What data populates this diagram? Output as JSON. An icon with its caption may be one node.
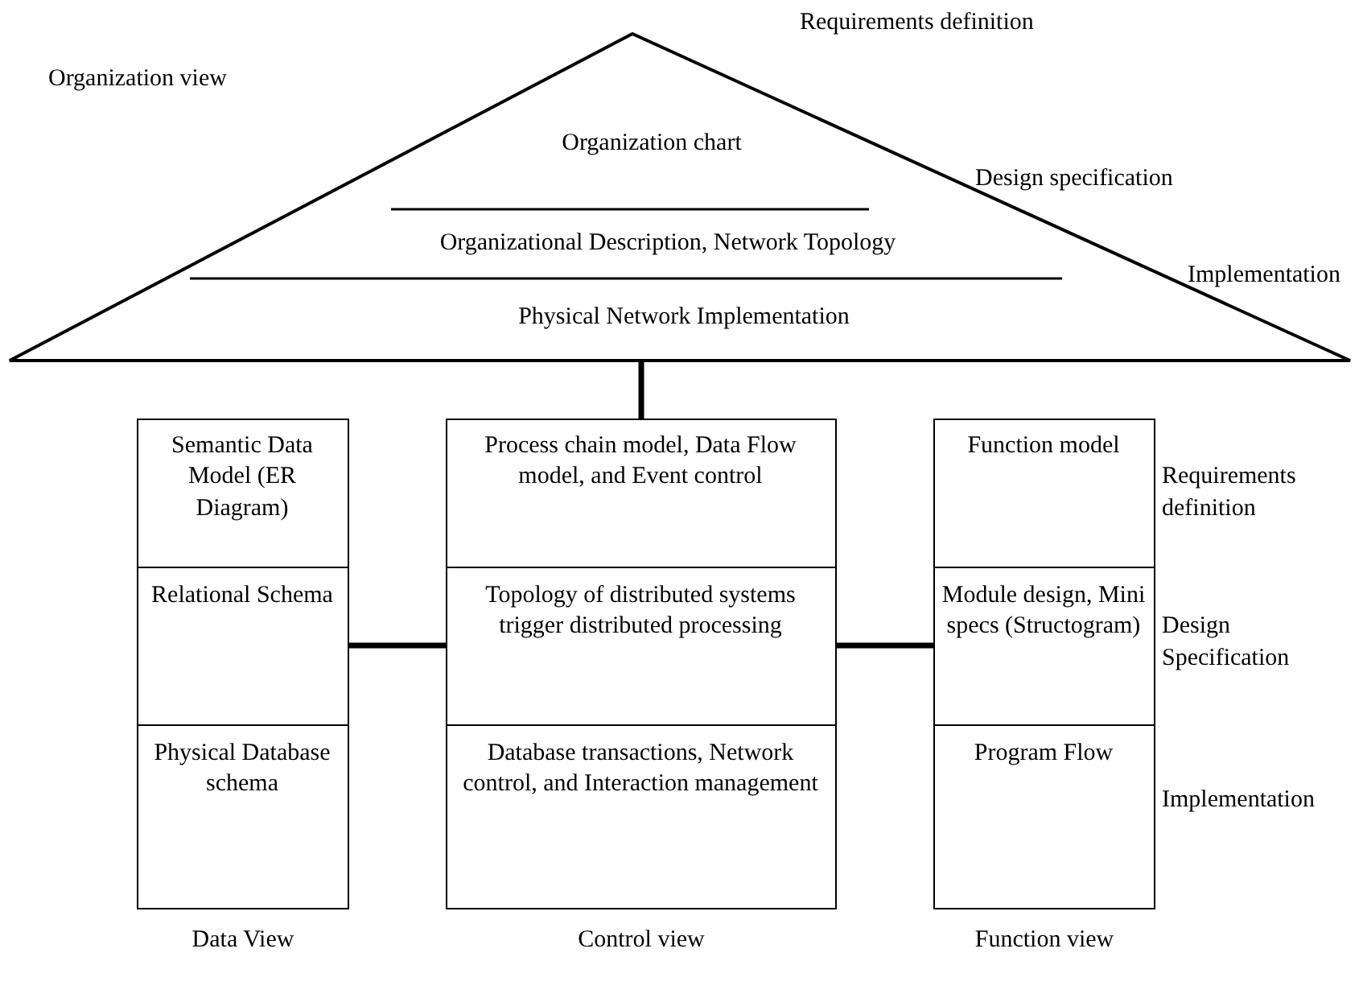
{
  "diagram": {
    "nodes": [
      {
        "text": [
          "Organization chart",
          "Organizational Description, Network Topology",
          "Physical Network Implementation"
        ]
      },
      {
        "text": [],
        "shape": "box",
        "beside": [
          "Data View"
        ]
      },
      {
        "text": [
          "Semantic Data Model (ER Diagram)"
        ],
        "in": 1
      },
      {
        "text": [
          "Relational Schema"
        ],
        "in": 1
      },
      {
        "text": [
          "Physical Database schema"
        ],
        "in": 1
      },
      {
        "text": [],
        "shape": "box",
        "beside": [
          "Control view"
        ]
      },
      {
        "text": [
          "Process chain model, Data Flow model, and Event control"
        ],
        "in": 5
      },
      {
        "text": [
          "Topology of distributed systems trigger distributed processing"
        ],
        "in": 5
      },
      {
        "text": [
          "Database transactions, Network control, and Interaction management"
        ],
        "in": 5
      },
      {
        "text": [],
        "shape": "box",
        "beside": [
          "Function view"
        ]
      },
      {
        "text": [
          "Function model"
        ],
        "in": 9
      },
      {
        "text": [
          "Module design, Mini specs (Structogram)"
        ],
        "in": 9
      },
      {
        "text": [
          "Program Flow"
        ],
        "in": 9
      }
    ],
    "edges": [
      {
        "from": 0,
        "to": 6,
        "arrow": "none"
      },
      {
        "from": 3,
        "to": 7,
        "arrow": "none"
      },
      {
        "from": 7,
        "to": 11,
        "arrow": "none"
      }
    ],
    "labels": [
      "Organization view",
      "Requirements definition",
      "Design specification",
      "Implementation",
      "Requirements definition",
      "Design Specification",
      "Implementation"
    ]
  }
}
